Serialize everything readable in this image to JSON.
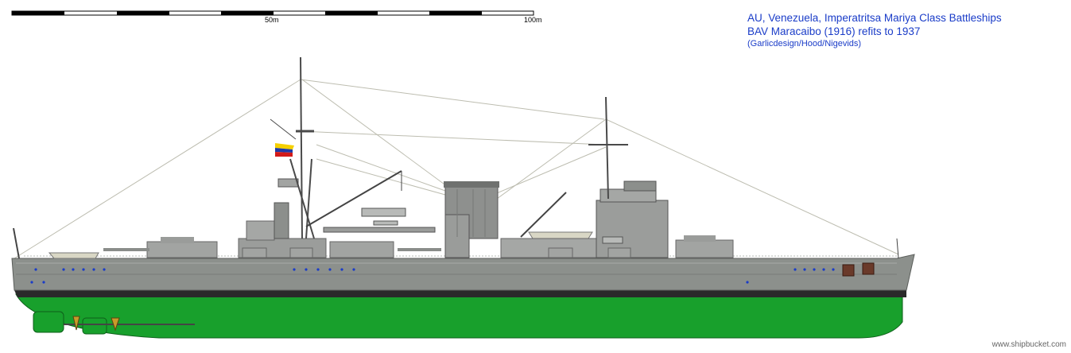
{
  "header": {
    "title_line1": "AU, Venezuela, Imperatritsa Mariya Class Battleships",
    "title_line2": "BAV Maracaibo (1916) refits to 1937",
    "credits": "(Garlicdesign/Hood/Nigevids)"
  },
  "scale": {
    "label_mid": "50m",
    "label_end": "100m"
  },
  "footer": {
    "site": "www.shipbucket.com"
  },
  "colors": {
    "hull_grey": "#8c908c",
    "superstructure_grey": "#a2a4a2",
    "boot_topping": "#2a2a2a",
    "underwater_green": "#18a02c",
    "text_blue": "#1a3cc8"
  }
}
